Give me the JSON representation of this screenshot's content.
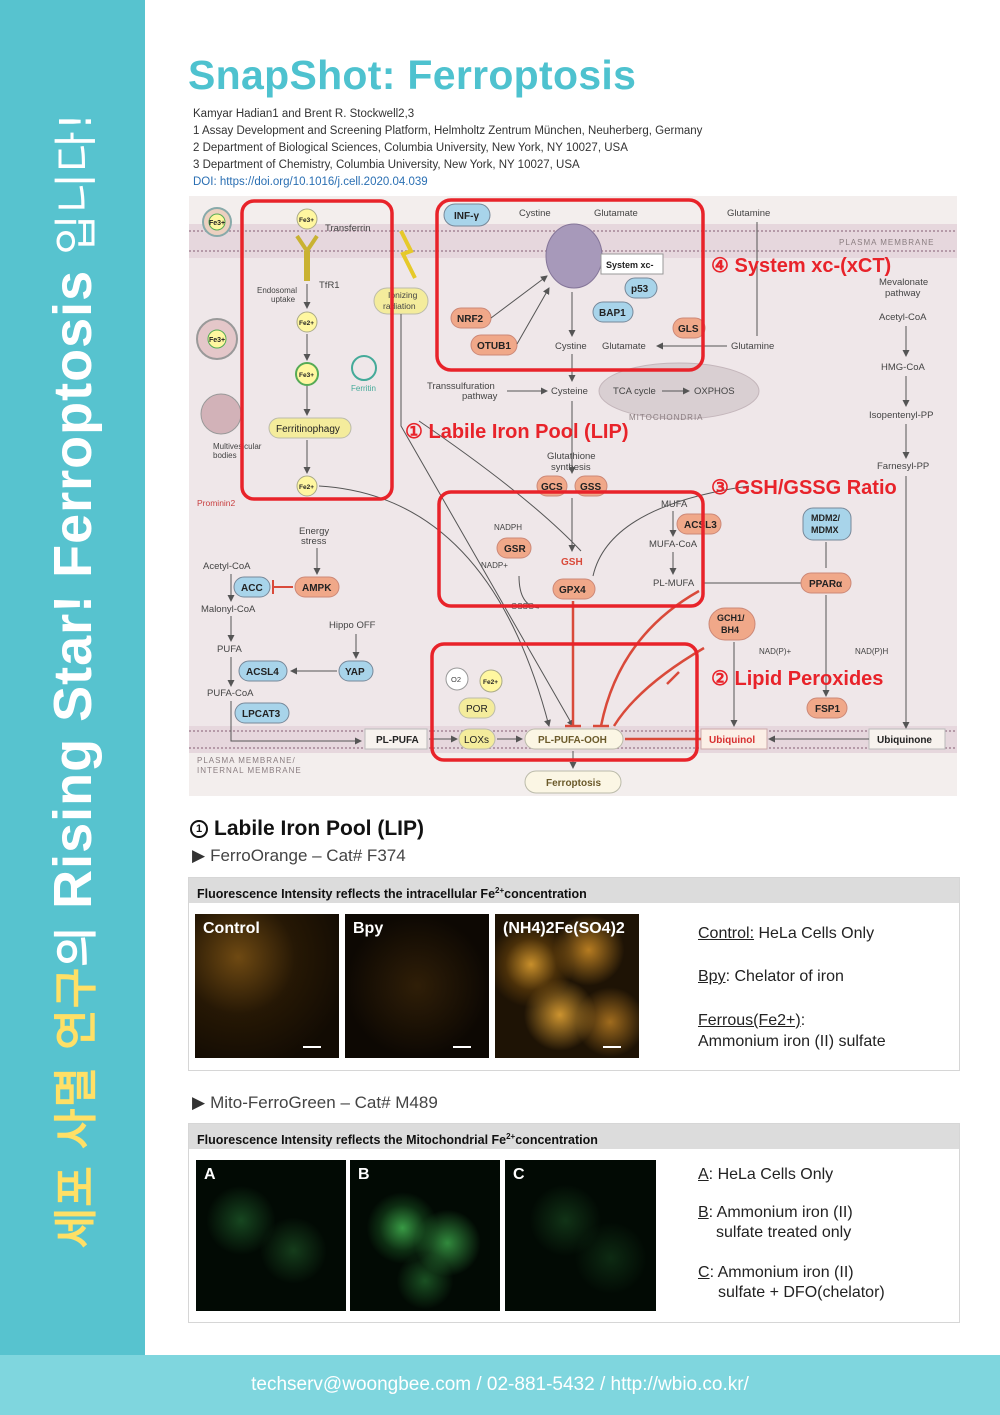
{
  "sidebar": {
    "text_part1": "세포 사멸 연구",
    "text_part2": "의 ",
    "text_part3": "Rising Star! Ferroptosis",
    "text_part4": " 입니다!"
  },
  "header": {
    "title": "SnapShot: Ferroptosis",
    "authors": "Kamyar Hadian1 and Brent R. Stockwell2,3",
    "affiliation1": "1 Assay Development and Screening Platform, Helmholtz Zentrum München, Neuherberg, Germany",
    "affiliation2": "2 Department of Biological Sciences, Columbia University, New York, NY 10027, USA",
    "affiliation3": "3 Department of Chemistry, Columbia University, New York, NY 10027, USA",
    "doi": "DOI: https://doi.org/10.1016/j.cell.2020.04.039"
  },
  "diagram": {
    "labels": {
      "transferrin": "Transferrin",
      "tfr1": "TfR1",
      "endosomal": "Endosomal",
      "uptake": "uptake",
      "ferritin": "Ferritin",
      "ferritinophagy": "Ferritinophagy",
      "multivesicular": "Multivesicular",
      "bodies": "bodies",
      "prominin2": "Prominin2",
      "fe3": "Fe3+",
      "fe2": "Fe2+",
      "ionizing1": "Ionizing",
      "ionizing2": "radiation",
      "infg": "INF-γ",
      "cystine_top": "Cystine",
      "glutamate_top": "Glutamate",
      "systemxc": "System xc-",
      "p53": "p53",
      "bap1": "BAP1",
      "nrf2": "NRF2",
      "otub1": "OTUB1",
      "cystine_in": "Cystine",
      "glutamate_in": "Glutamate",
      "gls": "GLS",
      "glutamine_top": "Glutamine",
      "glutamine_in": "Glutamine",
      "plasma_membrane": "PLASMA MEMBRANE",
      "transsulfuration1": "Transsulfuration",
      "transsulfuration2": "pathway",
      "cysteine": "Cysteine",
      "tca": "TCA cycle",
      "oxphos": "OXPHOS",
      "mitochondria": "MITOCHONDRIA",
      "mevalonate1": "Mevalonate",
      "mevalonate2": "pathway",
      "acetylcoa_r": "Acetyl-CoA",
      "hmgcoa": "HMG-CoA",
      "isopentenyl": "Isopentenyl-PP",
      "farnesyl": "Farnesyl-PP",
      "gsh_synth1": "Glutathione",
      "gsh_synth2": "synthesis",
      "gcs": "GCS",
      "gss": "GSS",
      "nadph": "NADPH",
      "nadp": "NADP+",
      "gsr": "GSR",
      "gsh": "GSH",
      "gpx4": "GPX4",
      "gssg": "GSSG",
      "mufa": "MUFA",
      "acsl3": "ACSL3",
      "mufacoa": "MUFA-CoA",
      "plmufa": "PL-MUFA",
      "mdm2a": "MDM2/",
      "mdm2b": "MDMX",
      "ppara": "PPARα",
      "gch1a": "GCH1/",
      "gch1b": "BH4",
      "nadp_p": "NAD(P)+",
      "nadph_h": "NAD(P)H",
      "fsp1": "FSP1",
      "ubiquinol": "Ubiquinol",
      "ubiquinone": "Ubiquinone",
      "energy1": "Energy",
      "energy2": "stress",
      "acetylcoa_l": "Acetyl-CoA",
      "acc": "ACC",
      "ampk": "AMPK",
      "malonylcoa": "Malonyl-CoA",
      "hippo": "Hippo OFF",
      "pufa": "PUFA",
      "acsl4": "ACSL4",
      "yap": "YAP",
      "pufacoa": "PUFA-CoA",
      "lpcat3": "LPCAT3",
      "plpufa": "PL-PUFA",
      "o2": "O2",
      "por": "POR",
      "loxs": "LOXs",
      "plpufaooh": "PL-PUFA-OOH",
      "ferroptosis": "Ferroptosis",
      "pm_internal1": "PLASMA MEMBRANE/",
      "pm_internal2": "INTERNAL MEMBRANE"
    },
    "callouts": {
      "lip": "① Labile Iron Pool (LIP)",
      "lipid": "② Lipid Peroxides",
      "gsh": "③ GSH/GSSG Ratio",
      "xct": "④ System xc-(xCT)"
    }
  },
  "section1": {
    "heading_num": "1",
    "heading_text": "Labile Iron Pool (LIP)"
  },
  "product1": {
    "name": "FerroOrange – Cat# F374",
    "header_main": "Fluorescence Intensity reflects the intracellular Fe",
    "header_sup": "2+",
    "header_end": "concentration",
    "images": [
      {
        "label": "Control"
      },
      {
        "label": "Bpy"
      },
      {
        "label": "(NH4)2Fe(SO4)2"
      }
    ],
    "desc": [
      {
        "key": "Control:",
        "text": " HeLa Cells Only"
      },
      {
        "key": "Bpy",
        "text": ": Chelator of iron"
      },
      {
        "key": "Ferrous(Fe2+)",
        "text": ":"
      },
      {
        "key": "",
        "text": "Ammonium iron (II) sulfate"
      }
    ]
  },
  "product2": {
    "name": "Mito-FerroGreen – Cat# M489",
    "header_main": "Fluorescence Intensity reflects the Mitochondrial Fe",
    "header_sup": "2+",
    "header_end": "concentration",
    "images": [
      {
        "label": "A"
      },
      {
        "label": "B"
      },
      {
        "label": "C"
      }
    ],
    "desc": [
      {
        "key": "A",
        "text": ": HeLa Cells Only"
      },
      {
        "key": "B",
        "text": ": Ammonium iron (II)"
      },
      {
        "key": "",
        "text": "sulfate treated only"
      },
      {
        "key": "C",
        "text": ": Ammonium iron (II)"
      },
      {
        "key": "",
        "text": "sulfate + DFO(chelator)"
      }
    ]
  },
  "footer": {
    "contact": "techserv@woongbee.com / 02-881-5432 / http://wbio.co.kr/"
  },
  "colors": {
    "accent": "#57c3cf",
    "callout_red": "#e8232a",
    "node_orange": "#f0a889",
    "node_blue": "#a8d4ea",
    "node_yellow": "#f4ec9c"
  }
}
